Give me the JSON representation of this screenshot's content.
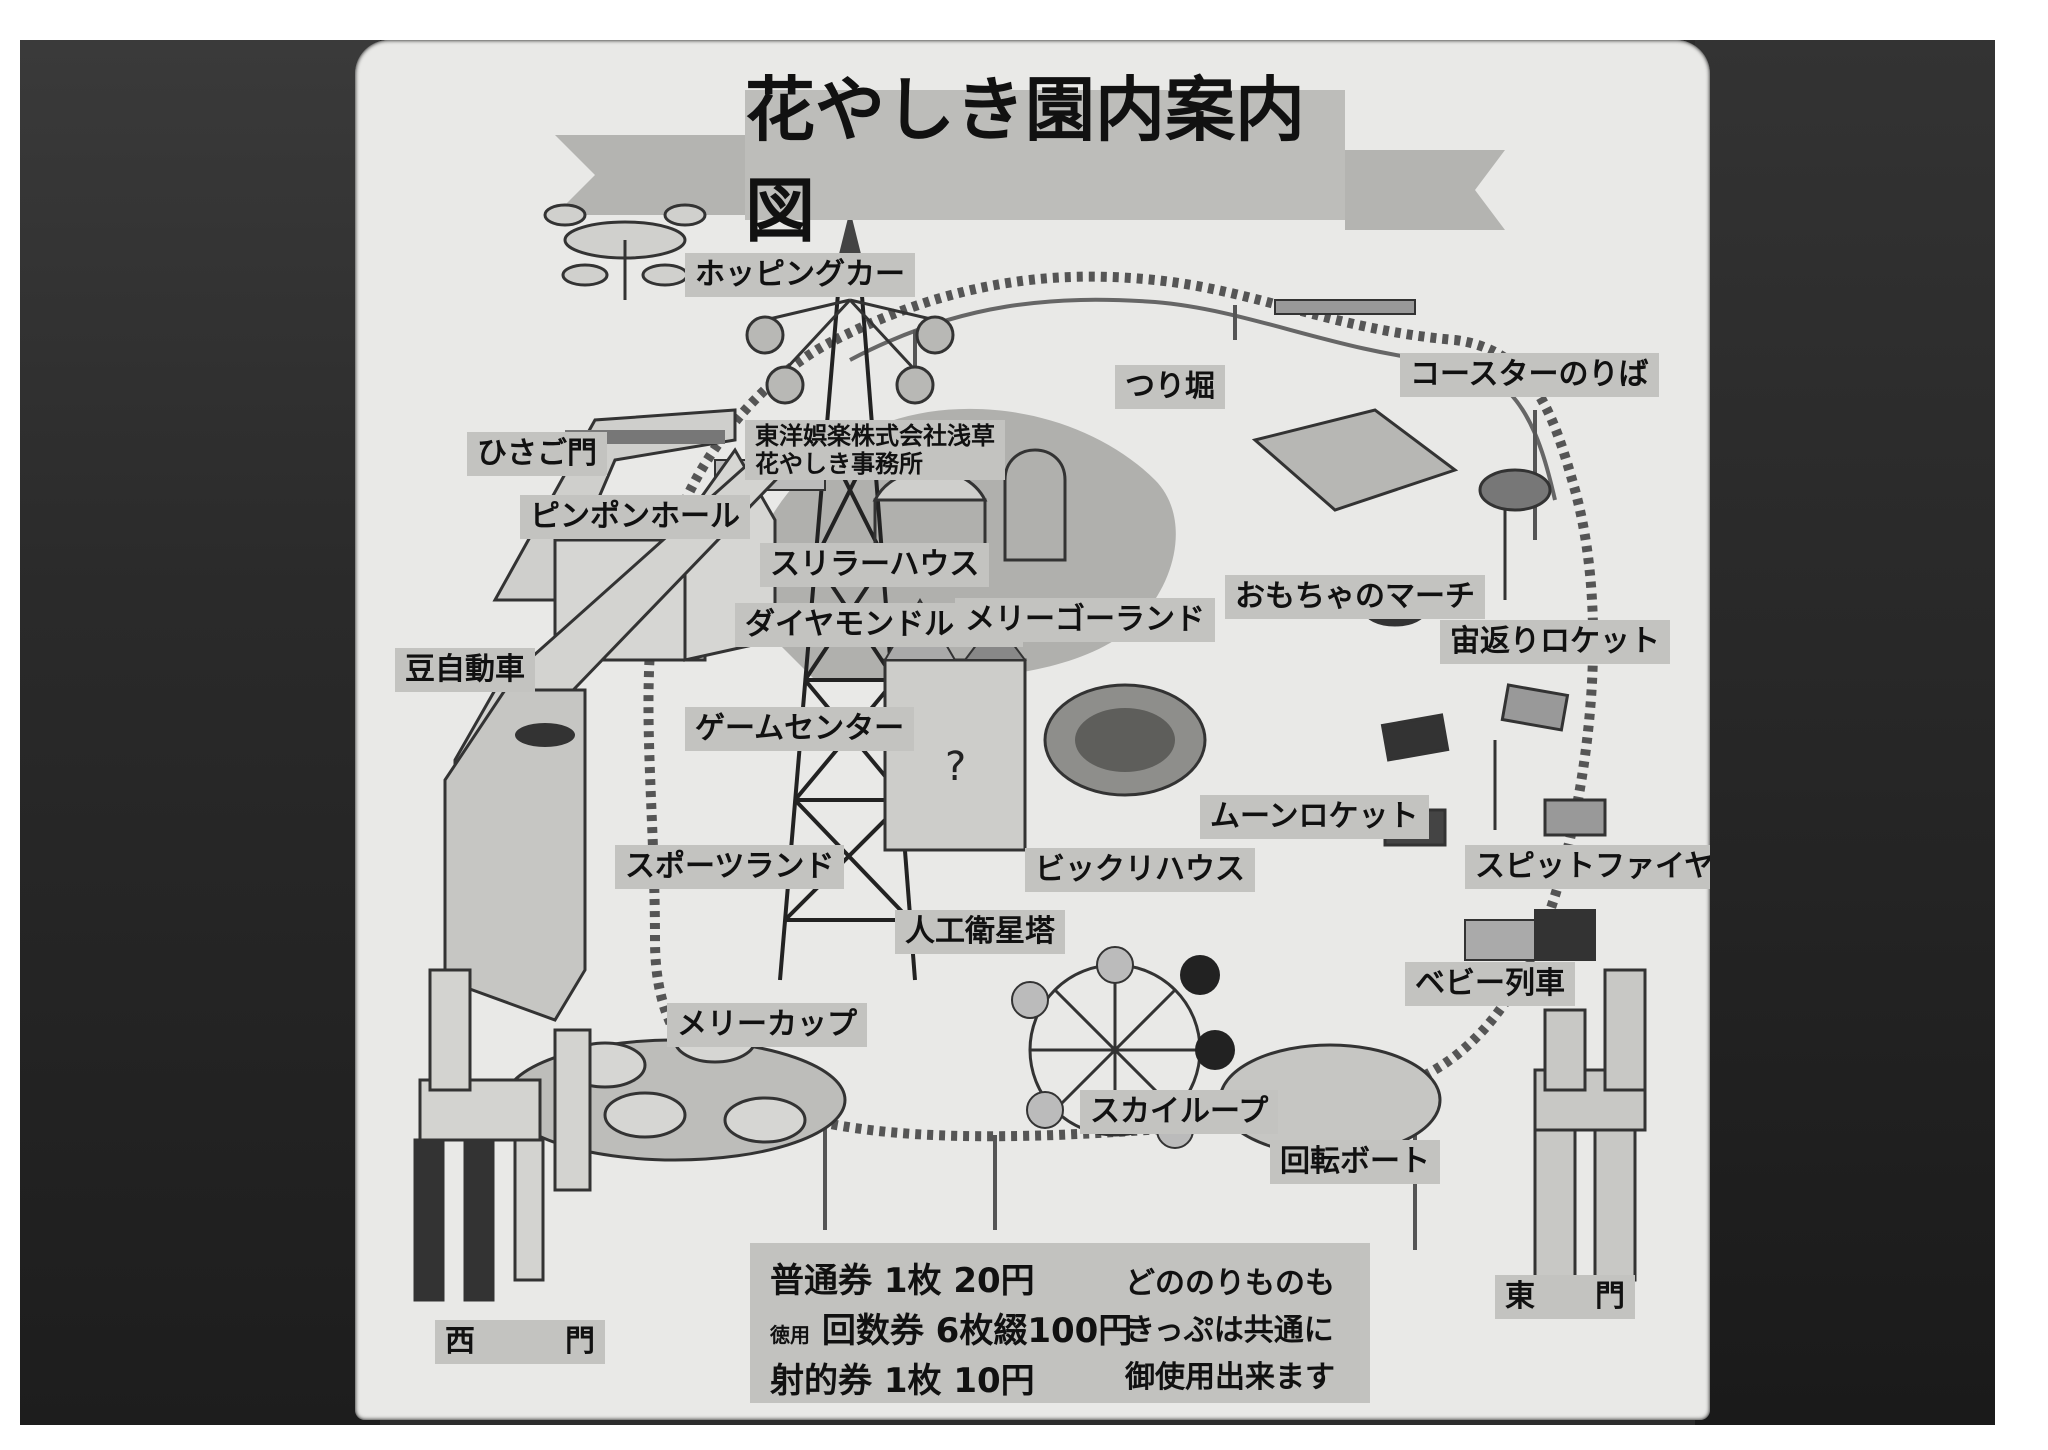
{
  "title": "花やしき園内案内図",
  "attractions": {
    "hopping_car": "ホッピングカー",
    "coaster_stop": "コースターのりば",
    "tsuribori": "つり堀",
    "office": "東洋娯楽株式会社浅草花やしき事務所",
    "hisago_gate": "ひさご門",
    "pingpong_hall": "ピンポンホール",
    "thriller_house": "スリラーハウス",
    "diamond_room": "ダイヤモンドルーム",
    "merry_go_round": "メリーゴーランド",
    "toy_march": "おもちゃのマーチ",
    "uchugaeri_rocket": "宙返りロケット",
    "mame_jidosha": "豆自動車",
    "game_center": "ゲームセンター",
    "moon_rocket": "ムーンロケット",
    "spitfire": "スピットファイヤー",
    "sports_land": "スポーツランド",
    "bikkuri_house": "ビックリハウス",
    "tower": "人工衛星塔",
    "baby_train": "ベビー列車",
    "merry_cup": "メリーカップ",
    "sky_loop": "スカイループ",
    "boat": "回転ボート",
    "west_gate": "西　　　門",
    "east_gate": "東　　門"
  },
  "tickets": {
    "regular": "普通券 1枚 20円",
    "coupon_prefix": "徳用",
    "coupon": "回数券 6枚綴100円",
    "shooting": "射的券 1枚 10円"
  },
  "notice": {
    "line1": "どののりものも",
    "line2": "きっぷは共通に",
    "line3": "御使用出来ます"
  }
}
